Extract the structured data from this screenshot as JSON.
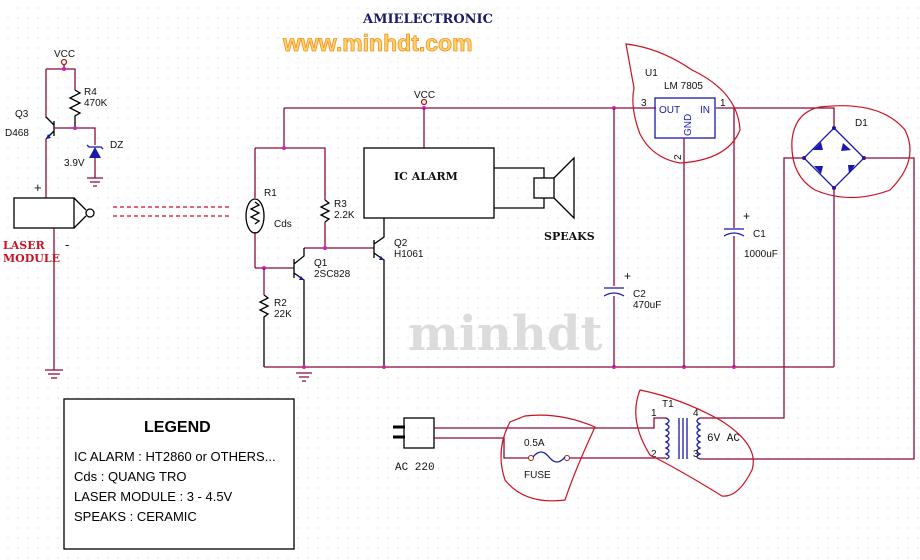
{
  "header": {
    "brand": "AMIELECTRONIC",
    "website": "www.minhdt.com",
    "watermark": "minhdt"
  },
  "power_labels": {
    "vcc_left": "VCC",
    "vcc_main": "VCC"
  },
  "components": {
    "q3": {
      "ref": "Q3",
      "part": "D468"
    },
    "r4": {
      "ref": "R4",
      "value": "470K"
    },
    "dz": {
      "ref": "DZ",
      "value": "3.9V"
    },
    "laser": {
      "label_line1": "LASER",
      "label_line2": "MODULE",
      "plus": "+",
      "minus": "-"
    },
    "r1": {
      "ref": "R1",
      "value": "Cds"
    },
    "r2": {
      "ref": "R2",
      "value": "22K"
    },
    "r3": {
      "ref": "R3",
      "value": "2.2K"
    },
    "q1": {
      "ref": "Q1",
      "part": "2SC828"
    },
    "q2": {
      "ref": "Q2",
      "part": "H1061"
    },
    "ic_alarm": {
      "label": "IC   ALARM"
    },
    "speaker": {
      "label": "SPEAKS"
    },
    "u1": {
      "ref": "U1",
      "part": "LM 7805",
      "pin_out": "OUT",
      "pin_in": "IN",
      "pin_gnd": "GND",
      "pin1": "1",
      "pin2": "2",
      "pin3": "3"
    },
    "c1": {
      "ref": "C1",
      "value": "1000uF",
      "plus": "+"
    },
    "c2": {
      "ref": "C2",
      "value": "470uF",
      "plus": "+"
    },
    "d1": {
      "ref": "D1"
    },
    "t1": {
      "ref": "T1",
      "pin1": "1",
      "pin2": "2",
      "pin3": "3",
      "pin4": "4",
      "secondary": "6V  AC"
    },
    "fuse": {
      "rating": "0.5A",
      "label": "FUSE"
    },
    "plug": {
      "label": "AC 220"
    }
  },
  "legend": {
    "title": "LEGEND",
    "items": [
      "IC ALARM : HT2860 or OTHERS...",
      "Cds : QUANG TRO",
      "LASER MODULE : 3 - 4.5V",
      "SPEAKS : CERAMIC"
    ]
  }
}
